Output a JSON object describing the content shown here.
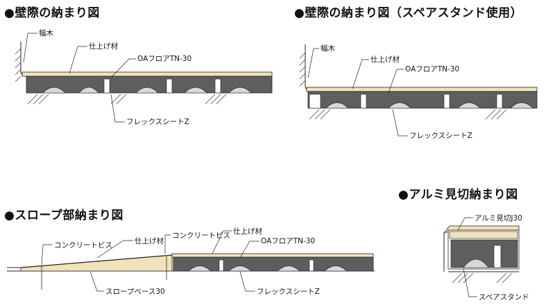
{
  "sections": {
    "s1": {
      "title": "●壁際の納まり図",
      "labels": {
        "habaki": "幅木",
        "shiage": "仕上げ材",
        "oa": "OAフロアTN-30",
        "flex": "フレックスシートZ"
      }
    },
    "s2": {
      "title": "●壁際の納まり図（スペアスタンド使用）",
      "labels": {
        "habaki": "幅木",
        "shiage": "仕上げ材",
        "oa": "OAフロアTN-30",
        "flex": "フレックスシートZ"
      }
    },
    "s3": {
      "title": "●スロープ部納まり図",
      "labels": {
        "concrete1": "コンクリートビス",
        "shiage": "仕上げ材",
        "concrete2": "コンクリートビス",
        "oa": "OAフロアTN-30",
        "slope": "スロープベース30",
        "flex": "フレックスシートZ"
      }
    },
    "s4": {
      "title": "●アルミ見切納まり図",
      "labels": {
        "mikiri": "アルミ見切J30",
        "stand": "スペアスタンド"
      }
    }
  },
  "colors": {
    "finish": "#f1e2bb",
    "panel": "#5e5e5e",
    "panelDark": "#3b3b3b",
    "line": "#222222"
  }
}
